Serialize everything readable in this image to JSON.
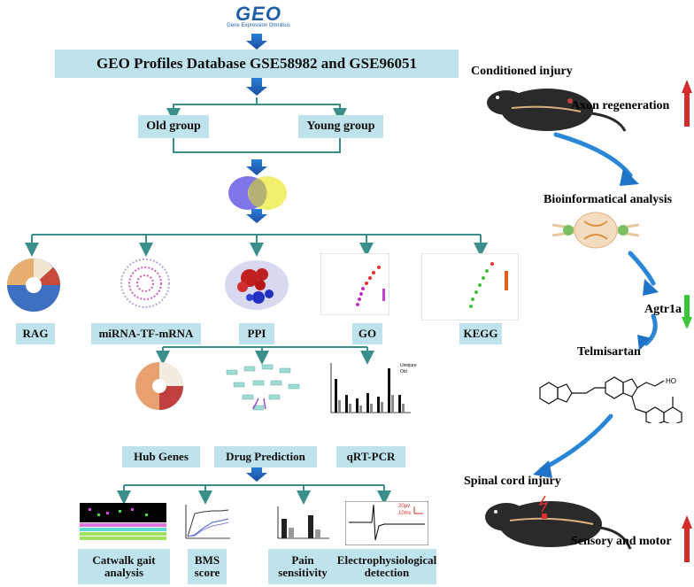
{
  "logo": {
    "mark": "GEO",
    "subtitle": "Gene Expression Omnibus"
  },
  "database_box": "GEO Profiles Database GSE58982 and GSE96051",
  "groups": {
    "old": "Old group",
    "young": "Young group"
  },
  "analyses": [
    "RAG",
    "miRNA-TF-mRNA",
    "PPI",
    "GO",
    "KEGG"
  ],
  "downstream": [
    "Hub Genes",
    "Drug Prediction",
    "qRT-PCR"
  ],
  "validation": [
    "Catwalk gait analysis",
    "BMS score",
    "Pain sensitivity",
    "Electrophysiological detection"
  ],
  "right_panel": {
    "conditioned_injury": "Conditioned injury",
    "axon_regeneration": "Axon regeneration",
    "bioinformatical_analysis": "Bioinformatical analysis",
    "gene": "Agtr1a",
    "drug": "Telmisartan",
    "spinal_cord_injury": "Spinal cord injury",
    "sensory_motor": "Sensory and motor",
    "chem_label": "HO"
  },
  "qpcr_legend": [
    "Uninjure",
    "Old"
  ],
  "ephys_scale": [
    "20μv",
    "10ms"
  ],
  "colors": {
    "box": "#bfe3ec",
    "arrow": "#1e6fc8",
    "line": "#3a8f8a",
    "up": "#d42a2a",
    "down": "#3cc43c"
  }
}
